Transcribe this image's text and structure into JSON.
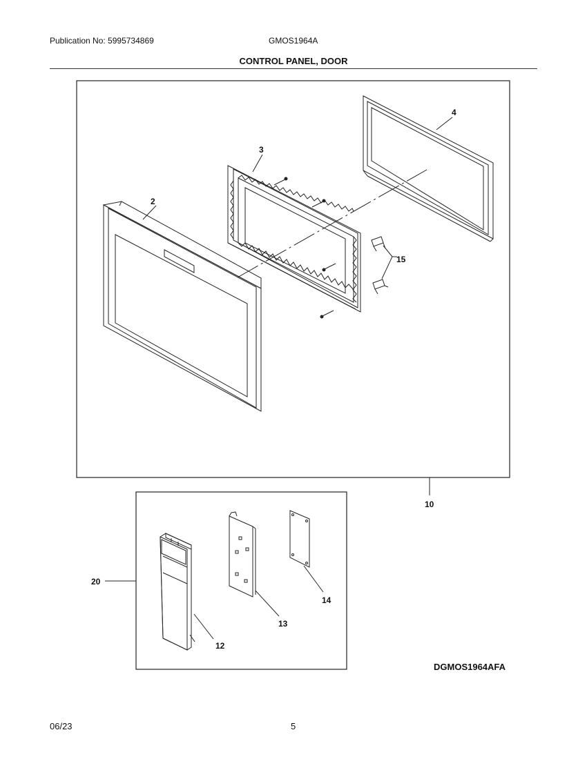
{
  "header": {
    "publication": "Publication No: 5995734869",
    "model": "GMOS1964A",
    "title": "CONTROL PANEL, DOOR"
  },
  "callouts": {
    "door_frame": "2",
    "choke": "3",
    "glass_frame": "4",
    "hinge": "15",
    "door_assembly": "10",
    "control_assembly": "20",
    "control_panel": "12",
    "bracket": "13",
    "pcb": "14"
  },
  "diagram_code": "DGMOS1964AFA",
  "footer": {
    "date": "06/23",
    "page": "5"
  }
}
